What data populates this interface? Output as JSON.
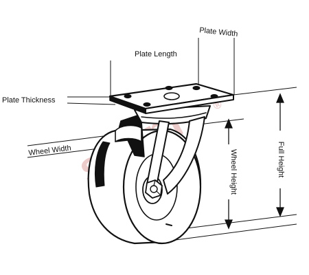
{
  "diagram": {
    "labels": {
      "plate_width": "Plate Width",
      "plate_length": "Plate Length",
      "plate_thickness": "Plate Thickness",
      "wheel_width": "Wheel Width",
      "wheel_height": "Wheel Height",
      "full_height": "Full Height"
    },
    "watermark": {
      "text": "simply",
      "mark": "®",
      "color": "#e9c3c3"
    },
    "colors": {
      "ink": "#111111",
      "background": "#ffffff"
    }
  }
}
